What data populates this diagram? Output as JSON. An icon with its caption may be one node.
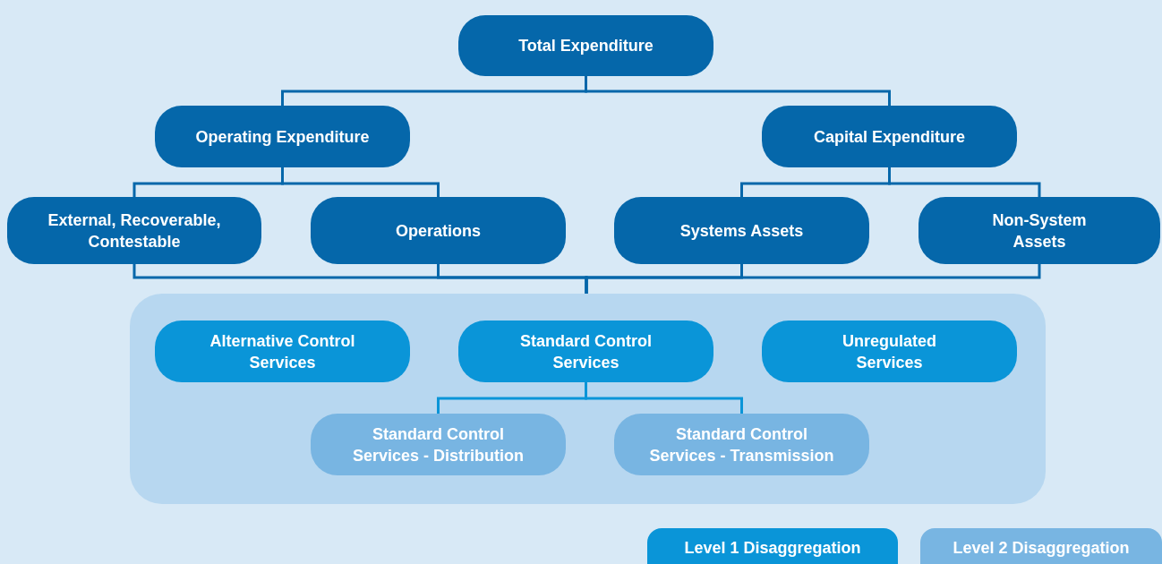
{
  "diagram": {
    "nodes": [
      {
        "text": [
          "Total Expenditure"
        ]
      },
      {
        "text": [
          "Operating Expenditure"
        ]
      },
      {
        "text": [
          "Capital Expenditure"
        ]
      },
      {
        "text": [
          "External, Recoverable, Contestable"
        ]
      },
      {
        "text": [
          "Operations"
        ]
      },
      {
        "text": [
          "Systems Assets"
        ]
      },
      {
        "text": [
          "Non-System Assets"
        ]
      },
      {
        "text": [],
        "shape": "box"
      },
      {
        "text": [
          "Alternative Control Services"
        ],
        "in": 7
      },
      {
        "text": [
          "Standard Control Services"
        ],
        "in": 7
      },
      {
        "text": [
          "Unregulated Services"
        ],
        "in": 7
      },
      {
        "text": [
          "Standard Control Services - Distribution"
        ],
        "in": 7
      },
      {
        "text": [
          "Standard Control Services - Transmission"
        ],
        "in": 7
      }
    ],
    "edges": [
      {
        "from": 0,
        "to": 1,
        "arrow": "none"
      },
      {
        "from": 0,
        "to": 2,
        "arrow": "none"
      },
      {
        "from": 1,
        "to": 3,
        "arrow": "none"
      },
      {
        "from": 1,
        "to": 4,
        "arrow": "none"
      },
      {
        "from": 2,
        "to": 5,
        "arrow": "none"
      },
      {
        "from": 2,
        "to": 6,
        "arrow": "none"
      },
      {
        "from": 3,
        "to": 7,
        "arrow": "none"
      },
      {
        "from": 4,
        "to": 7,
        "arrow": "none"
      },
      {
        "from": 5,
        "to": 7,
        "arrow": "none"
      },
      {
        "from": 6,
        "to": 7,
        "arrow": "none"
      },
      {
        "from": 9,
        "to": 11,
        "arrow": "none",
        "color": "#0a95d8"
      },
      {
        "from": 9,
        "to": 12,
        "arrow": "none",
        "color": "#0a95d8"
      }
    ],
    "legend": [
      {
        "text": "Level 1 Disaggregation",
        "color": "#0a95d8"
      },
      {
        "text": "Level 2 Disaggregation",
        "color": "#78b5e2"
      }
    ]
  }
}
